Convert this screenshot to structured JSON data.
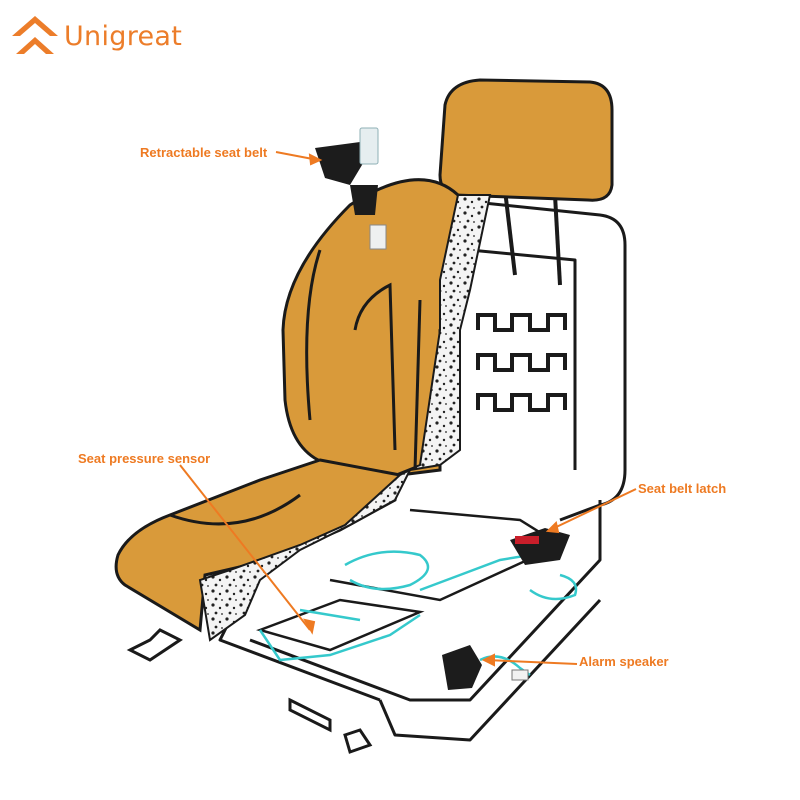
{
  "brand": {
    "name": "Unigreat"
  },
  "colors": {
    "accent": "#ee7a22",
    "seat": "#d99a3a",
    "wire": "#35c9cc",
    "outline": "#1a1a1a"
  },
  "callouts": [
    {
      "id": "retractable-seat-belt",
      "text": "Retractable seat belt"
    },
    {
      "id": "seat-pressure-sensor",
      "text": "Seat pressure sensor"
    },
    {
      "id": "seat-belt-latch",
      "text": "Seat belt latch"
    },
    {
      "id": "alarm-speaker",
      "text": "Alarm speaker"
    }
  ]
}
